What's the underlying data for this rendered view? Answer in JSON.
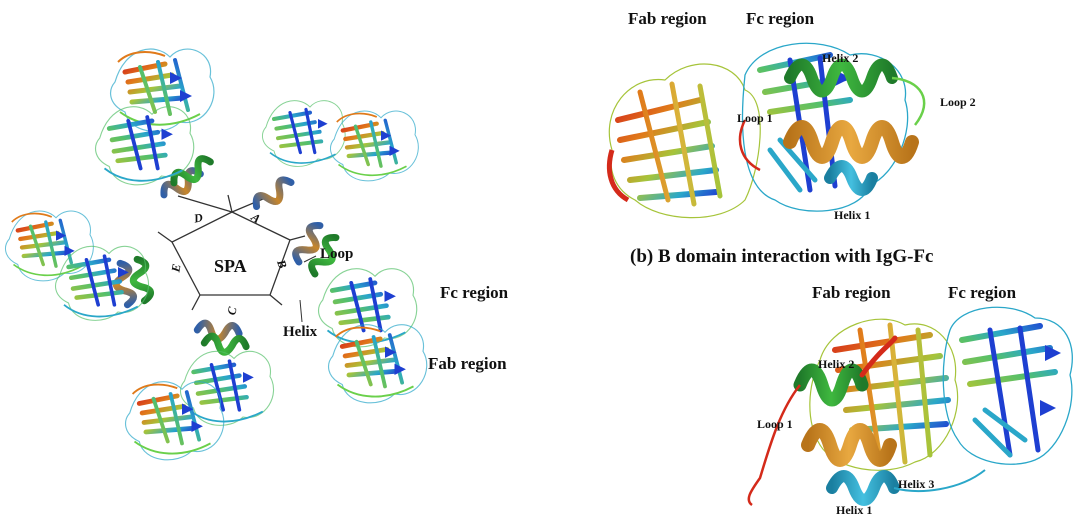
{
  "left_panel": {
    "center_label": "SPA",
    "domains": [
      "A",
      "B",
      "C",
      "D",
      "E"
    ],
    "labels": {
      "loop": "Loop",
      "helix": "Helix",
      "fc_region": "Fc region",
      "fab_region": "Fab region"
    }
  },
  "top_right_panel": {
    "fab_region": "Fab region",
    "fc_region": "Fc region",
    "helix_2": "Helix 2",
    "loop_2": "Loop 2",
    "loop_1": "Loop 1",
    "helix_1": "Helix 1",
    "caption": "(b) B domain interaction with IgG-Fc"
  },
  "bottom_right_panel": {
    "fab_region": "Fab region",
    "fc_region": "Fc region",
    "helix_2": "Helix 2",
    "loop_1": "Loop 1",
    "helix_3": "Helix 3",
    "helix_1": "Helix 1"
  },
  "colors": {
    "blue": "#1e3fd1",
    "cyan": "#2aa7c9",
    "green": "#2a9a2a",
    "yellow_green": "#a6c43a",
    "orange": "#e07a1a",
    "red": "#d42a1a",
    "helix_orange": "#c8862a",
    "helix_blue": "#2f5fa8"
  }
}
